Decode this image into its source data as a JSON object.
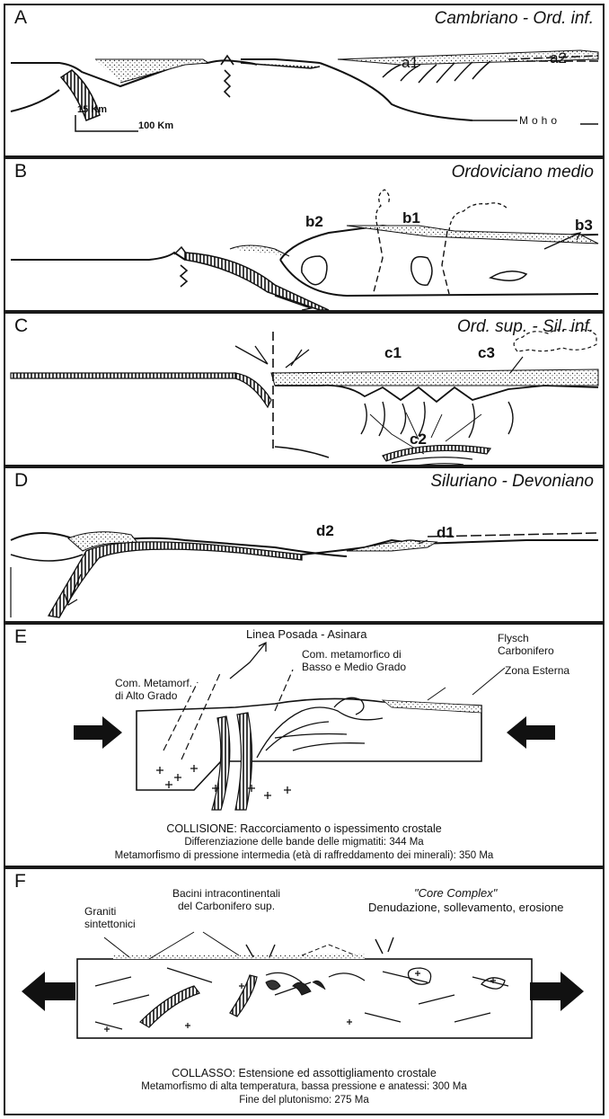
{
  "panels": {
    "A": {
      "letter": "A",
      "title": "Cambriano - Ord. inf.",
      "labels": {
        "a1": "a1",
        "a2": "a2"
      },
      "scale": {
        "vertical": "15 Km",
        "horizontal": "100 Km"
      },
      "moho": "Moho"
    },
    "B": {
      "letter": "B",
      "title": "Ordoviciano medio",
      "labels": {
        "b1": "b1",
        "b2": "b2",
        "b3": "b3"
      }
    },
    "C": {
      "letter": "C",
      "title": "Ord. sup. - Sil. inf.",
      "labels": {
        "c1": "c1",
        "c2": "c2",
        "c3": "c3"
      }
    },
    "D": {
      "letter": "D",
      "title": "Siluriano - Devoniano",
      "labels": {
        "d1": "d1",
        "d2": "d2"
      }
    },
    "E": {
      "letter": "E",
      "labels": {
        "linea": "Linea Posada - Asinara",
        "alto_grado": "Com. Metamorf.\ndi Alto Grado",
        "basso_grado": "Com. metamorfico di\nBasso e Medio Grado",
        "flysch": "Flysch\nCarbonifero",
        "zona": "Zona Esterna"
      },
      "caption": [
        "COLLISIONE: Raccorciamento o ispessimento crostale",
        "Differenziazione delle bande delle migmatiti: 344 Ma",
        "Metamorfismo di pressione intermedia (età di raffreddamento dei minerali): 350 Ma"
      ]
    },
    "F": {
      "letter": "F",
      "labels": {
        "graniti": "Graniti\nsintettonici",
        "bacini": "Bacini intracontinentali\ndel Carbonifero sup.",
        "core": "\"Core Complex\"",
        "denudazione": "Denudazione, sollevamento, erosione"
      },
      "caption": [
        "COLLASSO: Estensione ed assottigliamento crostale",
        "Metamorfismo di alta temperatura, bassa pressione e anatessi: 300 Ma",
        "Fine del plutonismo: 275 Ma"
      ]
    }
  }
}
